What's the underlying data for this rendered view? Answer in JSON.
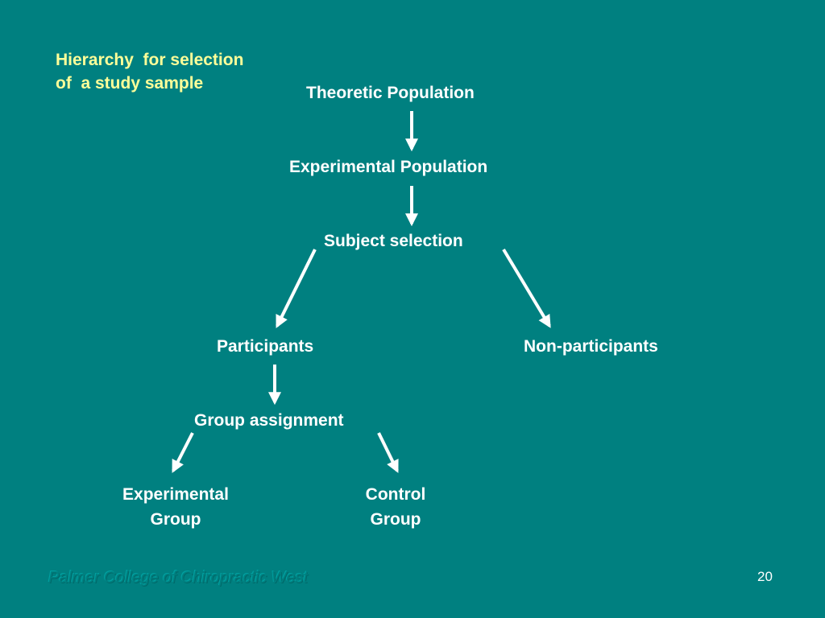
{
  "slide": {
    "title_lines": [
      "Hierarchy  for selection",
      "of  a study sample"
    ],
    "footer": "Palmer College of Chiropractic West",
    "page_number": "20",
    "colors": {
      "background": "#008080",
      "title": "#FFFF99",
      "text": "#FFFFFF",
      "arrows": "#FFFFFF"
    }
  },
  "diagram": {
    "nodes": {
      "theoretic": "Theoretic Population",
      "experimental_population": "Experimental Population",
      "subject_selection": "Subject selection",
      "participants": "Participants",
      "non_participants": "Non-participants",
      "group_assignment": "Group assignment",
      "experimental_group": [
        "Experimental",
        "Group"
      ],
      "control_group": [
        "Control",
        "Group"
      ]
    },
    "edges": [
      {
        "from": "theoretic",
        "to": "experimental_population"
      },
      {
        "from": "experimental_population",
        "to": "subject_selection"
      },
      {
        "from": "subject_selection",
        "to": "participants"
      },
      {
        "from": "subject_selection",
        "to": "non_participants"
      },
      {
        "from": "participants",
        "to": "group_assignment"
      },
      {
        "from": "group_assignment",
        "to": "experimental_group"
      },
      {
        "from": "group_assignment",
        "to": "control_group"
      }
    ]
  }
}
